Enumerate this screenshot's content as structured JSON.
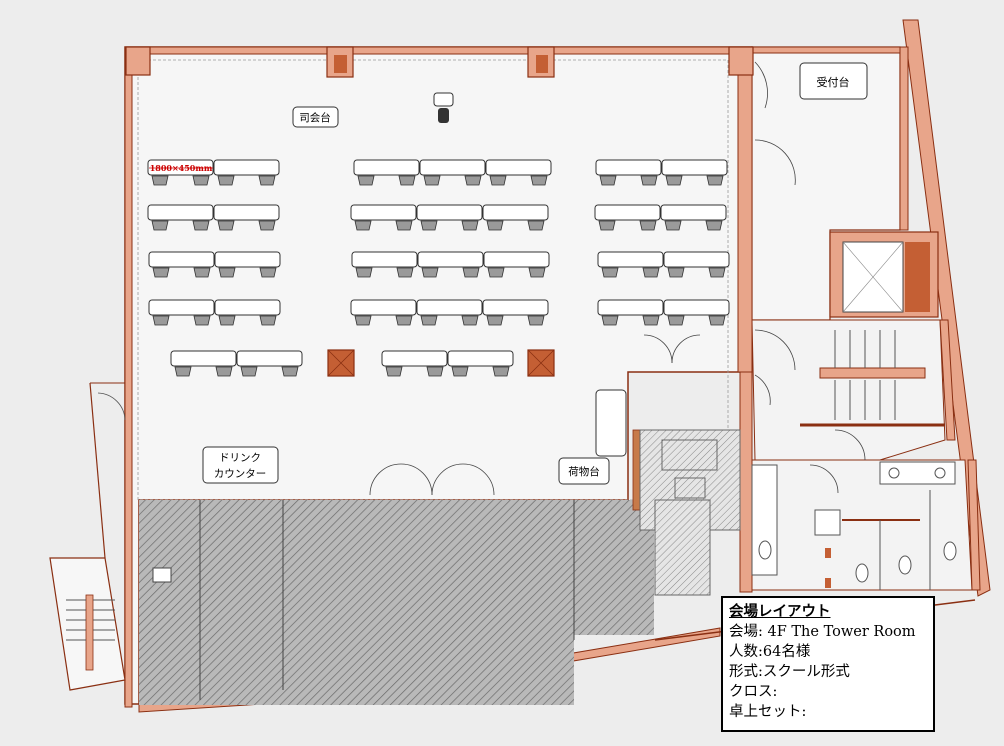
{
  "labels": {
    "emcee": "司会台",
    "reception": "受付台",
    "table_size": "1800×450mm",
    "drink_line1": "ドリンク",
    "drink_line2": "カウンター",
    "luggage": "荷物台"
  },
  "info": {
    "title": "会場レイアウト",
    "venue": "会場: 4F The Tower Room",
    "people": "人数:64名様",
    "style": "形式:スクール形式",
    "cloth": "クロス:",
    "tableset": "卓上セット:"
  },
  "colors": {
    "wall": "#e8a58a",
    "wall_stroke": "#8a2f12",
    "column": "#c45f34",
    "floor": "#f4f4f4",
    "hatch": "#b3b3b3",
    "chair": "#9a9a9a",
    "accent_red": "#cc0000"
  }
}
